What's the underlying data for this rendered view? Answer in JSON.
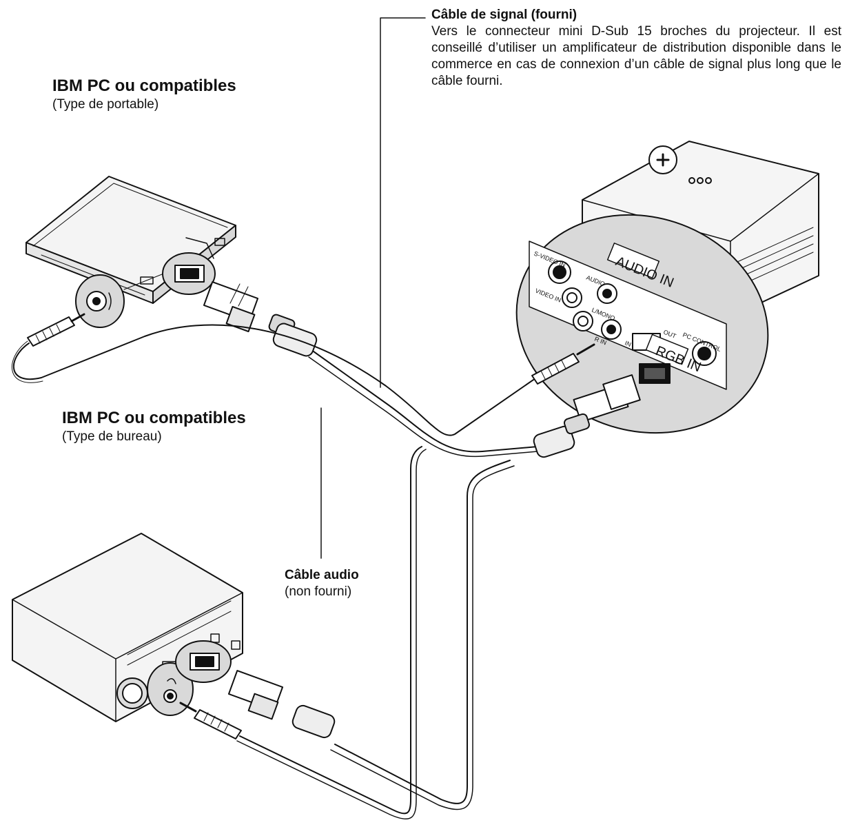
{
  "signal_cable": {
    "title": "Câble de signal (fourni)",
    "description": "Vers le connecteur mini D-Sub 15 broches du projecteur. Il est conseillé d’utiliser un amplificateur de distribution disponible dans le commerce en cas de connexion d’un câble de signal plus long que le câble fourni."
  },
  "laptop": {
    "title": "IBM PC ou compatibles",
    "subtitle": "(Type de portable)"
  },
  "desktop": {
    "title": "IBM PC ou compatibles",
    "subtitle": "(Type de bureau)"
  },
  "audio_cable": {
    "title": "Câble audio",
    "subtitle": "(non fourni)"
  },
  "projector_panel": {
    "audio_in": "AUDIO IN",
    "rgb_in": "RGB IN",
    "svideo_in": "S-VIDEO IN",
    "video_in": "VIDEO IN",
    "audio_group": "AUDIO",
    "l_mono": "L/MONO",
    "r_in": "R IN",
    "in": "IN",
    "out": "OUT",
    "pc_control": "PC CONTROL"
  },
  "colors": {
    "line": "#111111",
    "panel_fill": "#d9d9d9",
    "device_fill": "#f2f2f2"
  }
}
